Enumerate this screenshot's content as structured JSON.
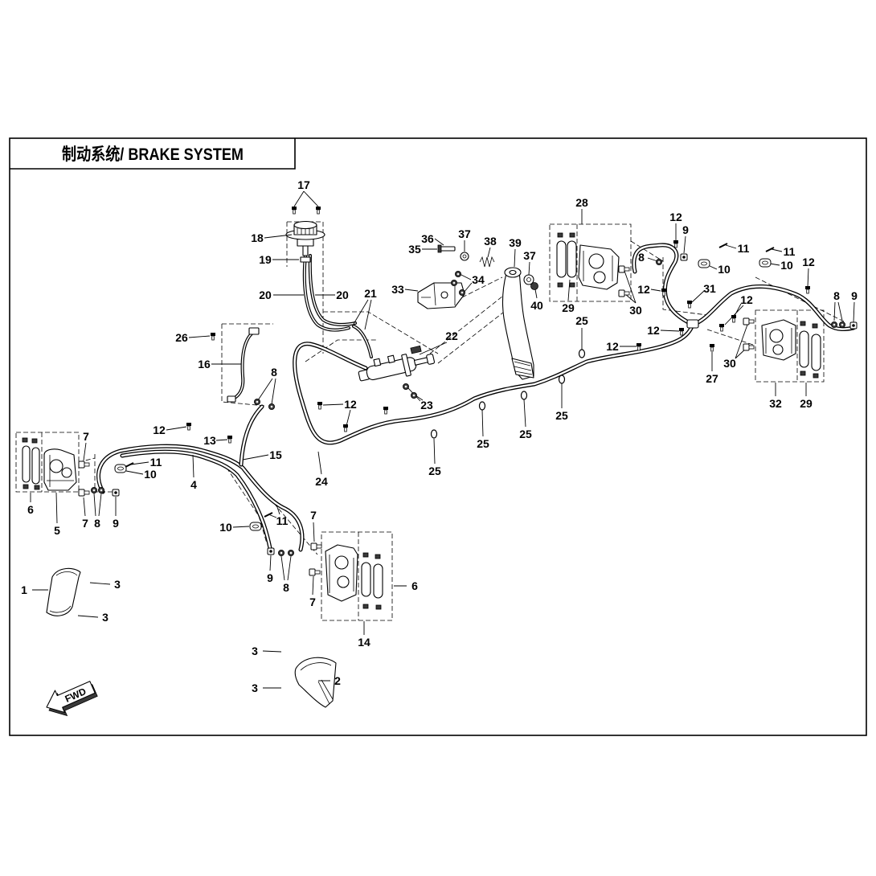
{
  "title": "制动系统/ BRAKE SYSTEM",
  "fwd_label": "FWD",
  "callouts": [
    "17",
    "18",
    "19",
    "20",
    "20",
    "21",
    "26",
    "16",
    "8",
    "22",
    "23",
    "12",
    "12",
    "13",
    "15",
    "24",
    "25",
    "25",
    "25",
    "25",
    "25",
    "36",
    "37",
    "35",
    "38",
    "39",
    "37",
    "34",
    "33",
    "40",
    "28",
    "29",
    "30",
    "12",
    "9",
    "8",
    "11",
    "10",
    "11",
    "10",
    "12",
    "12",
    "31",
    "12",
    "8",
    "9",
    "12",
    "12",
    "30",
    "27",
    "32",
    "29",
    "7",
    "11",
    "10",
    "4",
    "6",
    "5",
    "7",
    "8",
    "9",
    "10",
    "11",
    "7",
    "9",
    "8",
    "7",
    "6",
    "14",
    "1",
    "3",
    "3",
    "3",
    "2",
    "3"
  ]
}
